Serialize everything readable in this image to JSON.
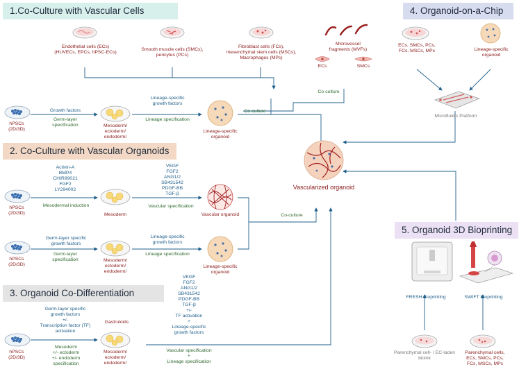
{
  "headers": {
    "s1": "1.Co-Culture with Vascular Cells",
    "s2": "2. Co-Culture with Vascular Organoids",
    "s3": "3. Organoid Co-Differentiation",
    "s4": "4. Organoid-on-a-Chip",
    "s5": "5. Organoid 3D Bioprinting"
  },
  "colors": {
    "s1": "#d7f0ec",
    "s2": "#f3d9c5",
    "s3": "#e4e4e4",
    "s4": "#d7dcef",
    "s5": "#ece1f4",
    "red": "#8b1a1a",
    "blue": "#1f5f8b",
    "green": "#2f6a2f"
  },
  "s1": {
    "cells1": "Endothelial cells (ECs)\n(HUVECs, EPCs, hPSC-ECs)",
    "cells2": "Smooth muscle cells (SMCs),\npericytes (PCs)",
    "cells3": "Fibroblast cells (FCs),\nmesenchymal stem cells (MSCs),\nMacrophages (MPs)",
    "mvf": "Microvessel\nfragments (MVFs)",
    "ecs": "ECs",
    "smcs": "SMCs",
    "coculture_a": "Co-culture",
    "coculture_b": "Co-culture",
    "hpsc": "hPSCs\n(2D/3D)",
    "growth": "Growth factors",
    "germ_spec": "Germ-layer\nspecification",
    "meso": "Mesoderm/\nectoderm/\nendoderm/",
    "lineage_gf": "Lineage-specific\ngrowth factors",
    "lineage_spec": "Lineage specification",
    "lineage_org": "Lineage-specific\norganoid"
  },
  "s2": {
    "hpsc_a": "hPSCs\n(2D/3D)",
    "factors_a": "Activin-A\nBMP4\nCHIR99021\nFGF2\nLY294002",
    "meso_ind": "Mesodermal induction",
    "mesoderm": "Mesoderm",
    "vasc_factors": "VEGF\nFGF2\nANG1/2\nSB431542\nPDGF-BB\nTGF-β",
    "vasc_spec": "Vascular specification",
    "vasc_org": "Vascular organoid",
    "coculture": "Co-culture",
    "hpsc_b": "hPSCs\n(2D/3D)",
    "germ_gf": "Germ-layer specific\ngrowth factors",
    "germ_spec": "Germ-layer\nspecification",
    "meso_b": "Mesoderm/\nectoderm/\nendoderm/",
    "lineage_gf": "Lineage-specific\ngrowth factors",
    "lineage_spec": "Lineage specification",
    "lineage_org": "Lineage-specific\norganoid"
  },
  "center": {
    "vascularized": "Vascularized organoid"
  },
  "s3": {
    "hpsc": "hPSCs\n(2D/3D)",
    "factors": "Germ-layer specific\ngrowth factors\n+/-\nTranscription factor (TF)\nactivation",
    "spec": "Mesoderm\n+/- ectoderm\n+/- endoderm\nspecification",
    "gastruloids": "Gastruloids",
    "meso": "Mesoderm/\nectoderm/\nendoderm/",
    "vasc_factors": "VEGF\nFGF2\nANG1/2\nSB431542\nPDGF-BB\nTGF-β\n+/-\nTF activation\n+\nLineage-specific\ngrowth factors",
    "vasc_spec": "Vascular specification\n+\nLineage specification"
  },
  "s4": {
    "cells": "ECs, SMCs, PCs,\nFCs, MSCs, MPs",
    "lineage_org": "Lineage-specific\norganoid",
    "platform": "Microfluidic Platform"
  },
  "s5": {
    "fresh": "FRESH Bioprinting",
    "swift": "SWIFT Bioprinting",
    "bioink": "Parenchymal cell- / EC-laden\nbioink",
    "cells": "Parenchymal cells,\nECs, SMCs, PCs,\nFCs, MSCs, MPs"
  }
}
